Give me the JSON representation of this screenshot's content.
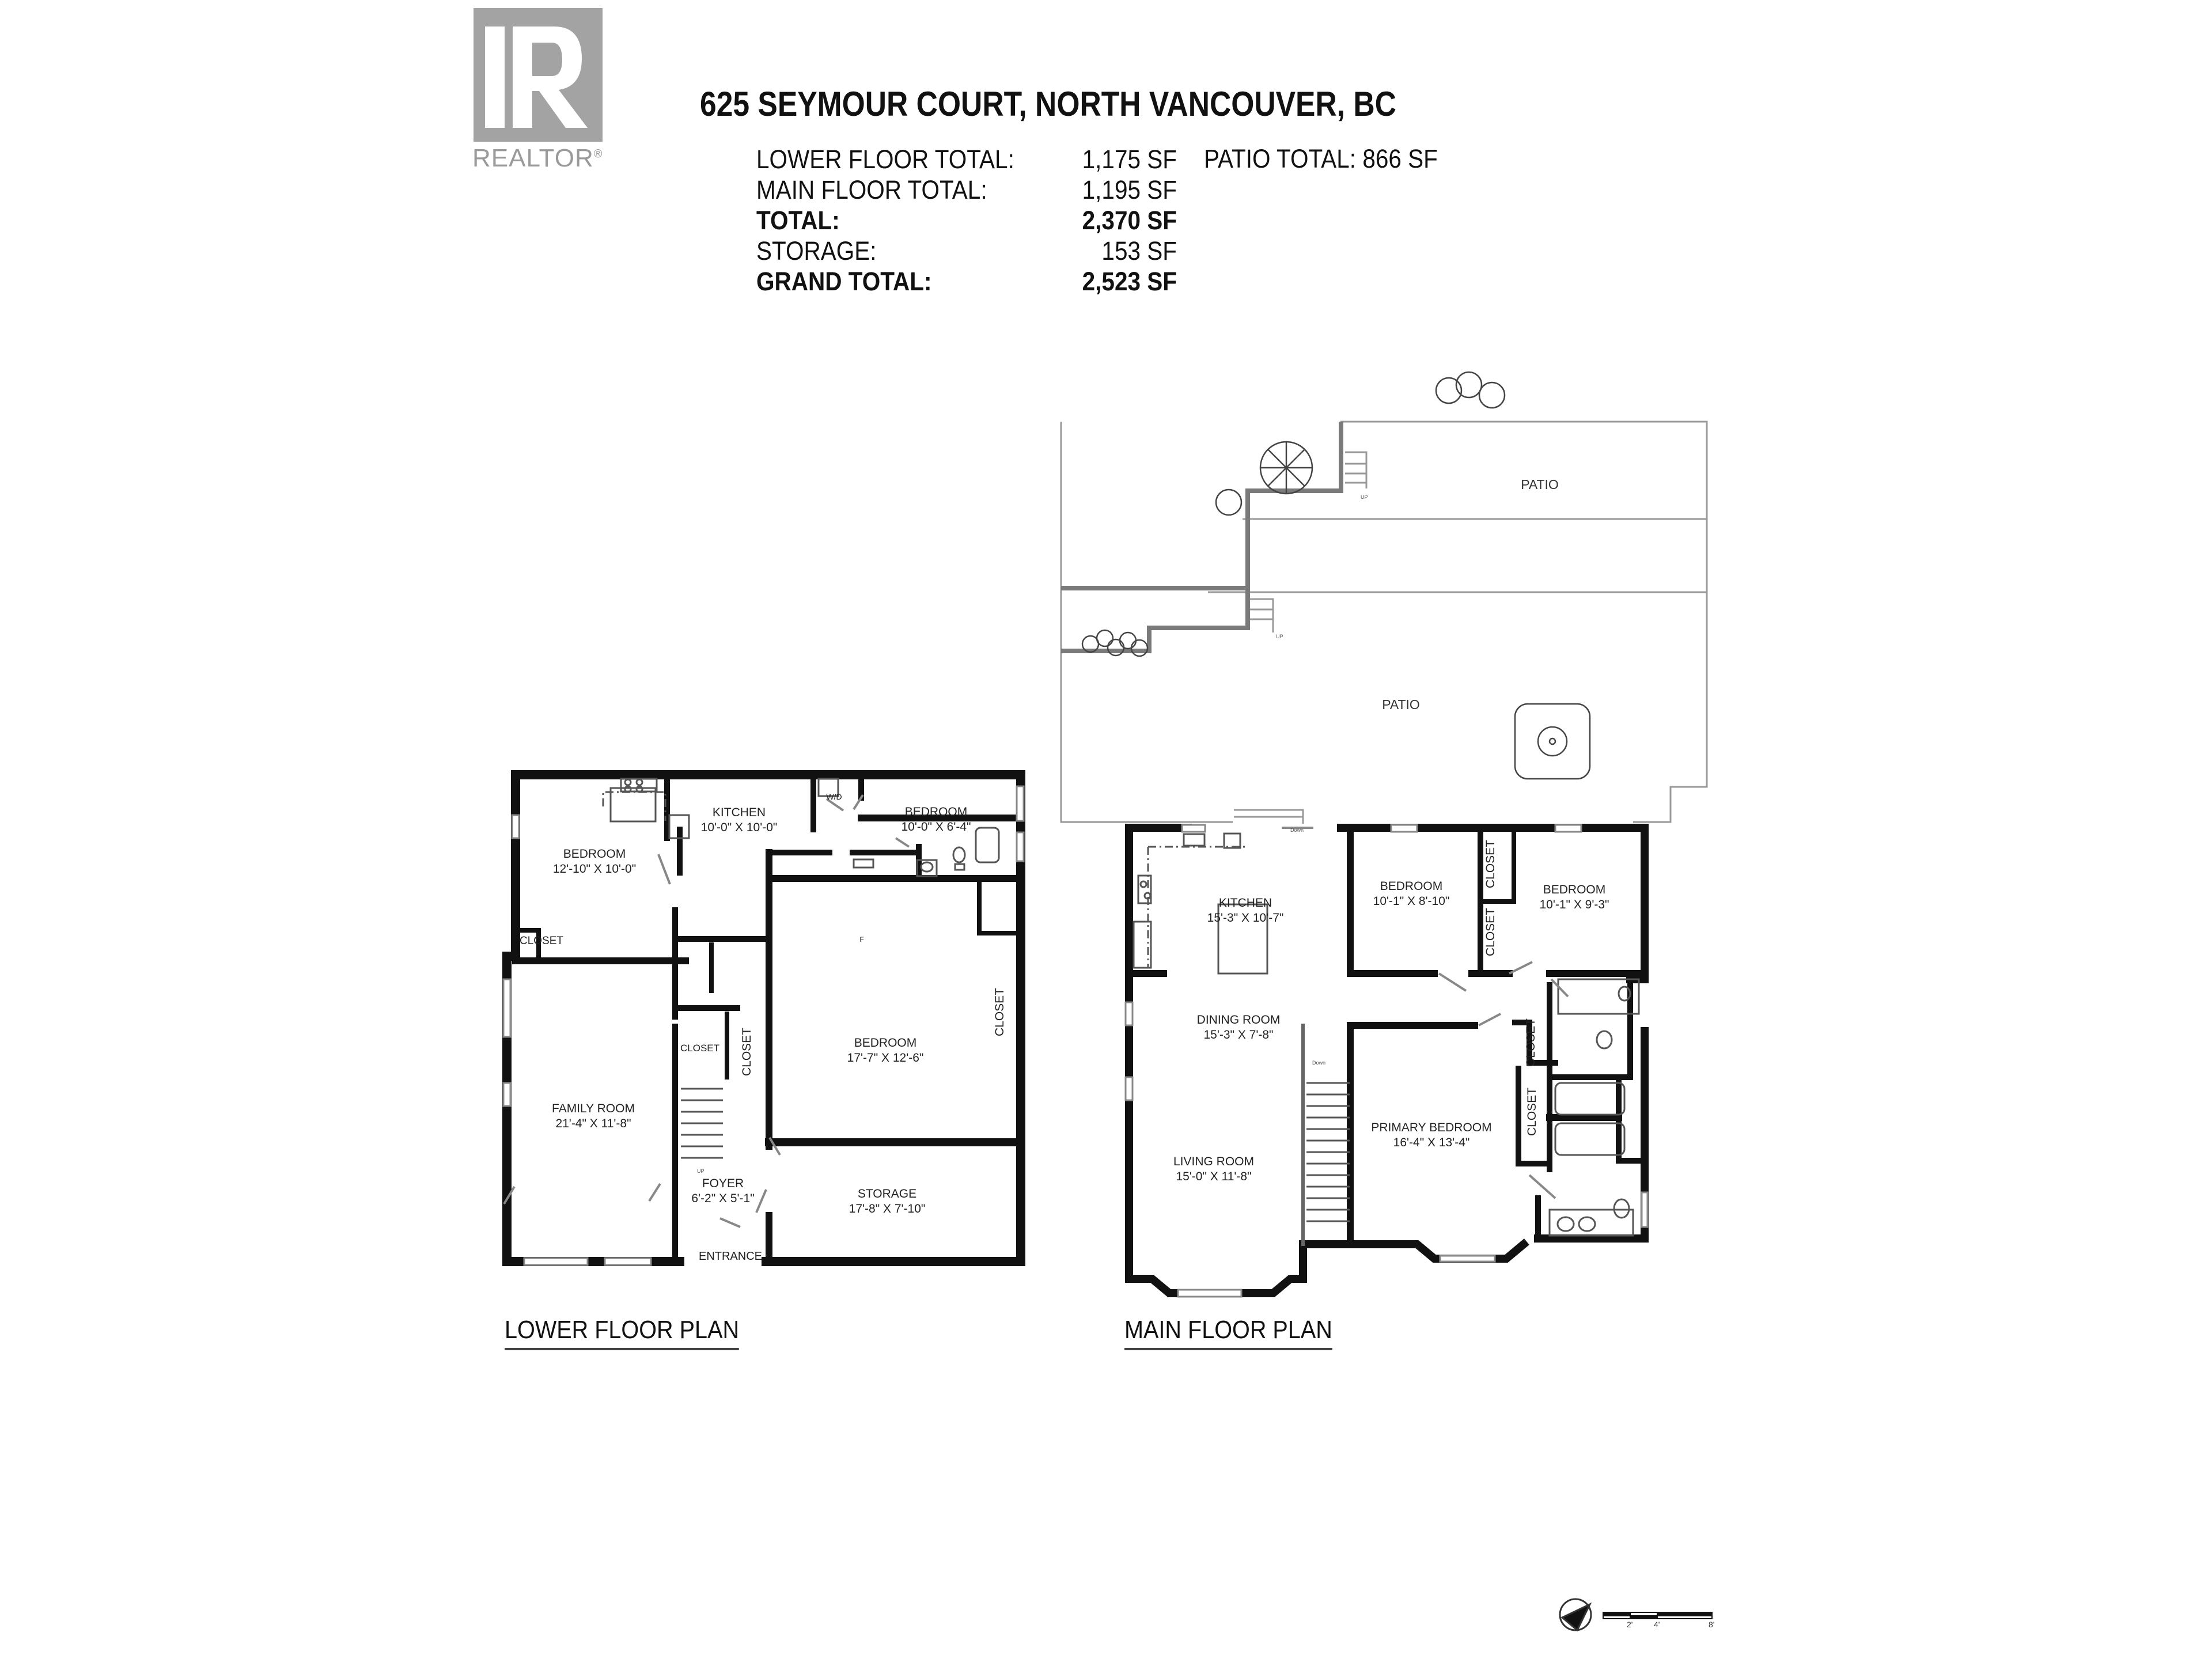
{
  "logo": {
    "brand": "REALTOR",
    "mark": "R",
    "registered": "®"
  },
  "header": {
    "address": "625 SEYMOUR COURT, NORTH VANCOUVER, BC",
    "stats": [
      {
        "label": "LOWER FLOOR TOTAL:",
        "value": "1,175 SF",
        "bold": false
      },
      {
        "label": "MAIN FLOOR TOTAL:",
        "value": "1,195 SF",
        "bold": false
      },
      {
        "label": "TOTAL:",
        "value": "2,370 SF",
        "bold": true
      },
      {
        "label": "STORAGE:",
        "value": "153 SF",
        "bold": false
      },
      {
        "label": "GRAND TOTAL:",
        "value": "2,523 SF",
        "bold": true
      }
    ],
    "patio_total": "PATIO TOTAL: 866 SF"
  },
  "lower_floor": {
    "caption": "LOWER FLOOR PLAN",
    "rooms": [
      {
        "name": "BEDROOM",
        "dims": "12'-10\" X 10'-0\""
      },
      {
        "name": "KITCHEN",
        "dims": "10'-0\" X 10'-0\""
      },
      {
        "name": "BEDROOM",
        "dims": "10'-0\" X 6'-4\""
      },
      {
        "name": "FAMILY ROOM",
        "dims": "21'-4\" X 11'-8\""
      },
      {
        "name": "BEDROOM",
        "dims": "17'-7\" X 12'-6\""
      },
      {
        "name": "FOYER",
        "dims": "6'-2\" X 5'-1\""
      },
      {
        "name": "STORAGE",
        "dims": "17'-8\" X 7'-10\""
      }
    ],
    "labels": {
      "closet": "CLOSET",
      "wd": "W/D",
      "entrance": "ENTRANCE",
      "furnace": "F",
      "up": "UP"
    }
  },
  "main_floor": {
    "caption": "MAIN FLOOR PLAN",
    "rooms": [
      {
        "name": "KITCHEN",
        "dims": "15'-3\" X 10'-7\""
      },
      {
        "name": "BEDROOM",
        "dims": "10'-1\" X 8'-10\""
      },
      {
        "name": "BEDROOM",
        "dims": "10'-1\" X 9'-3\""
      },
      {
        "name": "DINING ROOM",
        "dims": "15'-3\" X 7'-8\""
      },
      {
        "name": "PRIMARY BEDROOM",
        "dims": "16'-4\" X 13'-4\""
      },
      {
        "name": "LIVING ROOM",
        "dims": "15'-0\" X 11'-8\""
      }
    ],
    "patios": [
      "PATIO",
      "PATIO"
    ],
    "labels": {
      "closet": "CLOSET",
      "down": "Down",
      "up": "UP"
    }
  },
  "legend": {
    "compass_icon": "north-arrow-icon",
    "scale_ticks": [
      "2'",
      "4'",
      "8'"
    ]
  },
  "colors": {
    "wall": "#111111",
    "logo_gray": "#a3a3a3",
    "patio_wall": "#7a7a7a",
    "fixture": "#555555"
  }
}
